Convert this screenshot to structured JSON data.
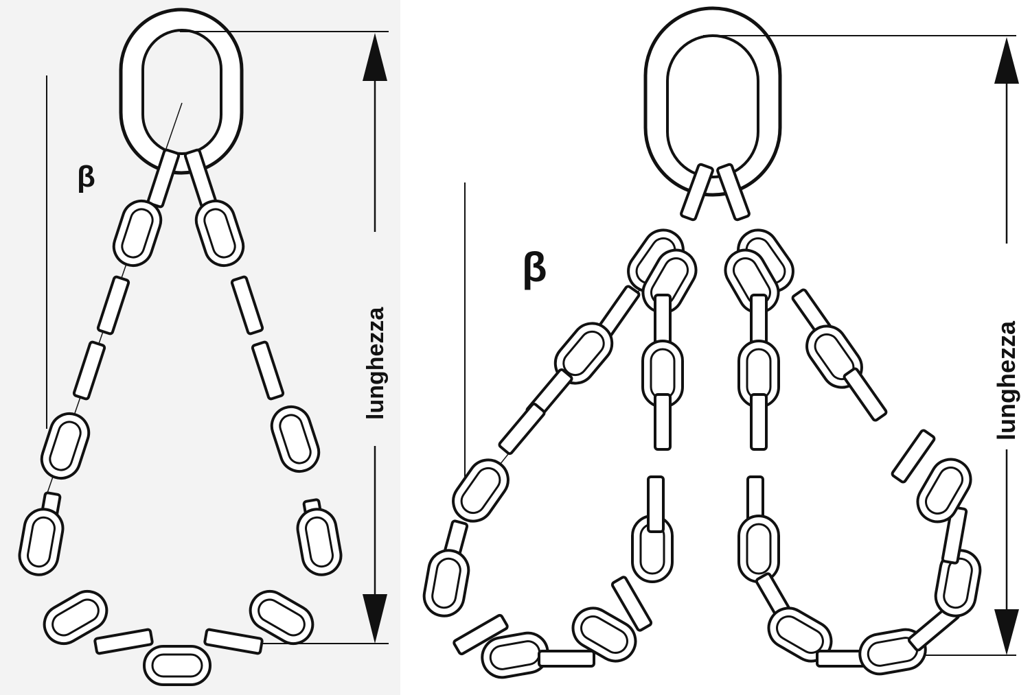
{
  "diagram": {
    "left_sling": {
      "angle_label": "β",
      "dimension_label": "lunghezza",
      "legs": 2,
      "type": "double-leg endless loop chain sling"
    },
    "right_sling": {
      "angle_label": "β",
      "dimension_label": "lunghezza",
      "legs": 4,
      "type": "double loop chain sling (four branches)"
    },
    "colors": {
      "ink": "#111111",
      "link_fill": "#ffffff",
      "left_background": "#f3f3f3",
      "right_background": "#ffffff"
    }
  }
}
